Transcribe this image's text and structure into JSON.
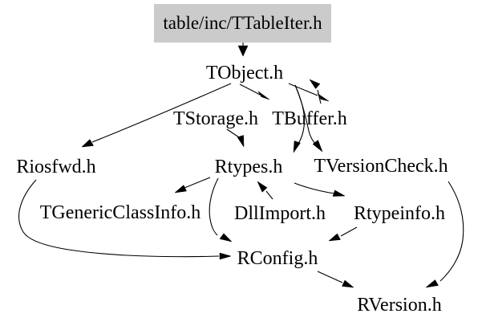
{
  "diagram": {
    "kind": "include-dependency-graph",
    "highlighted_node": "table/inc/TTableIter.h",
    "colors": {
      "background": "#ffffff",
      "highlight_box_fill": "#cbcbcb",
      "edge": "#000000",
      "text": "#000000"
    },
    "nodes": {
      "ttableiter": {
        "label": "table/inc/TTableIter.h"
      },
      "tobject": {
        "label": "TObject.h"
      },
      "tstorage": {
        "label": "TStorage.h"
      },
      "tbuffer": {
        "label": "TBuffer.h"
      },
      "riosfwd": {
        "label": "Riosfwd.h"
      },
      "rtypes": {
        "label": "Rtypes.h"
      },
      "tversioncheck": {
        "label": "TVersionCheck.h"
      },
      "tgenericclassinfo": {
        "label": "TGenericClassInfo.h"
      },
      "dllimport": {
        "label": "DllImport.h"
      },
      "rtypeinfo": {
        "label": "Rtypeinfo.h"
      },
      "rconfig": {
        "label": "RConfig.h"
      },
      "rversion": {
        "label": "RVersion.h"
      }
    },
    "edges": [
      {
        "from": "table/inc/TTableIter.h",
        "to": "TObject.h"
      },
      {
        "from": "TObject.h",
        "to": "Riosfwd.h"
      },
      {
        "from": "TObject.h",
        "to": "TStorage.h"
      },
      {
        "from": "TObject.h",
        "to": "TBuffer.h"
      },
      {
        "from": "TBuffer.h",
        "to": "TObject.h"
      },
      {
        "from": "TObject.h",
        "to": "Rtypes.h"
      },
      {
        "from": "TObject.h",
        "to": "TVersionCheck.h"
      },
      {
        "from": "TStorage.h",
        "to": "Rtypes.h"
      },
      {
        "from": "Rtypes.h",
        "to": "TGenericClassInfo.h"
      },
      {
        "from": "Rtypes.h",
        "to": "RConfig.h"
      },
      {
        "from": "DllImport.h",
        "to": "Rtypes.h"
      },
      {
        "from": "Rtypes.h",
        "to": "Rtypeinfo.h"
      },
      {
        "from": "Rtypeinfo.h",
        "to": "RConfig.h"
      },
      {
        "from": "Riosfwd.h",
        "to": "RConfig.h"
      },
      {
        "from": "RConfig.h",
        "to": "RVersion.h"
      },
      {
        "from": "TVersionCheck.h",
        "to": "RVersion.h"
      }
    ]
  }
}
